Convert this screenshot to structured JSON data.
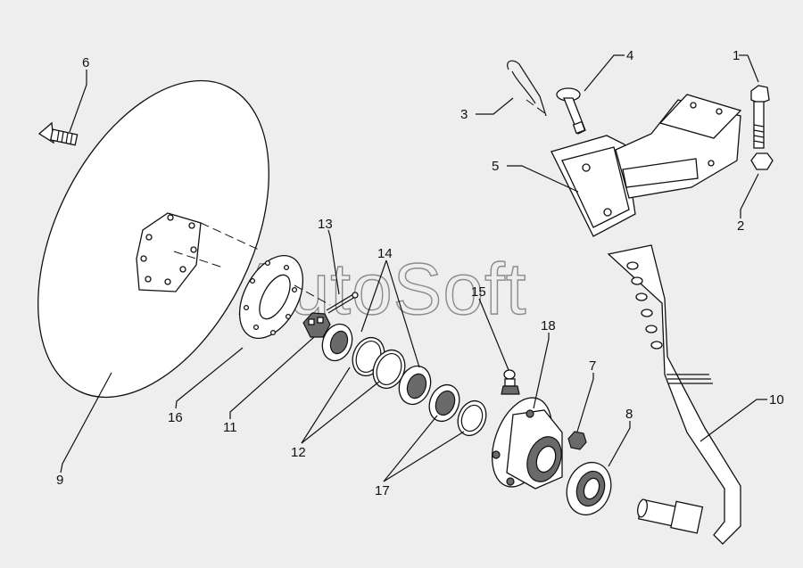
{
  "watermark": "AutoSoft",
  "colors": {
    "background": "#eeeeee",
    "line": "#111111",
    "part_fill": "#ffffff",
    "shade": "#6a6a6a"
  },
  "callouts": [
    {
      "id": "c1",
      "text": "1"
    },
    {
      "id": "c2",
      "text": "2"
    },
    {
      "id": "c3",
      "text": "3"
    },
    {
      "id": "c4",
      "text": "4"
    },
    {
      "id": "c5",
      "text": "5"
    },
    {
      "id": "c6",
      "text": "6"
    },
    {
      "id": "c7",
      "text": "7"
    },
    {
      "id": "c8",
      "text": "8"
    },
    {
      "id": "c9",
      "text": "9"
    },
    {
      "id": "c10",
      "text": "10"
    },
    {
      "id": "c11",
      "text": "11"
    },
    {
      "id": "c12",
      "text": "12"
    },
    {
      "id": "c13",
      "text": "13"
    },
    {
      "id": "c14",
      "text": "14"
    },
    {
      "id": "c15",
      "text": "15"
    },
    {
      "id": "c16",
      "text": "16"
    },
    {
      "id": "c17",
      "text": "17"
    },
    {
      "id": "c18",
      "text": "18"
    }
  ]
}
